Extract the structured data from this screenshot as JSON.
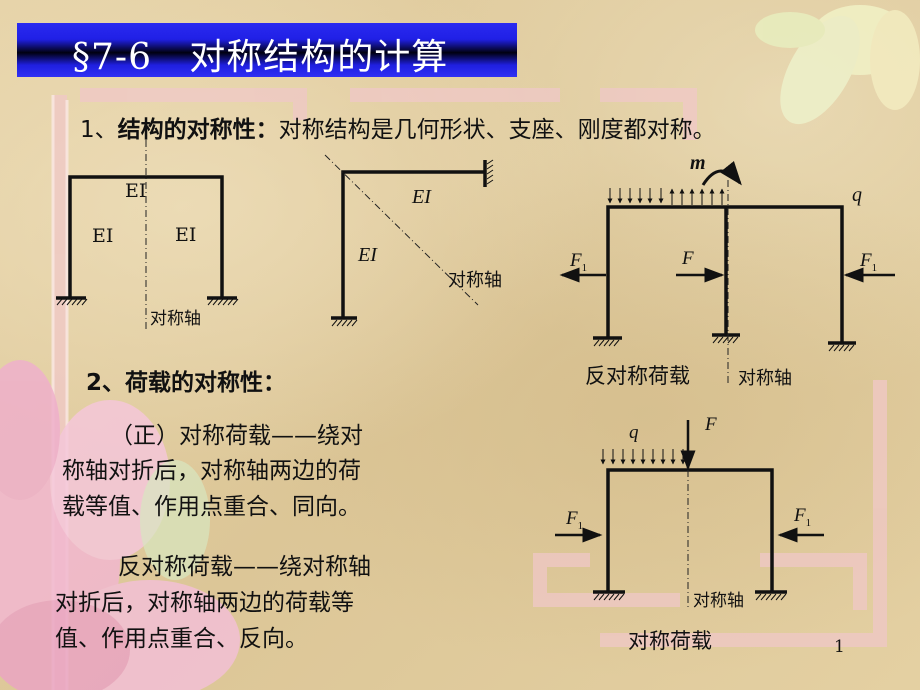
{
  "slide": {
    "title": "§7-6   对称结构的计算",
    "page_number": "1",
    "colors": {
      "title_bar": "#2424e8",
      "title_text": "#ffffff",
      "background": "#e2cfa4",
      "ink": "#111111"
    }
  },
  "section1": {
    "heading_number": "1、",
    "heading_bold": "结构的对称性：",
    "heading_text": "对称结构是几何形状、支座、刚度都对称。"
  },
  "figure1": {
    "labels": {
      "beam_ei": "EI",
      "left_ei": "EI",
      "right_ei": "EI",
      "axis": "对称轴"
    }
  },
  "figure2": {
    "labels": {
      "top_ei": "EI",
      "left_ei": "EI",
      "axis": "对称轴"
    }
  },
  "figure3": {
    "labels": {
      "moment": "m",
      "q": "q",
      "f1_left": "F",
      "f1_left_sub": "1",
      "f_mid": "F",
      "f1_right": "F",
      "f1_right_sub": "1",
      "caption": "反对称荷载",
      "axis": "对称轴"
    }
  },
  "section2": {
    "heading": "2、荷载的对称性：",
    "symmetric_lines": [
      "（正）对称荷载——绕对",
      "称轴对折后，对称轴两边的荷",
      "载等值、作用点重合、同向。"
    ],
    "antisymmetric_lines": [
      "反对称荷载——绕对称轴",
      "对折后，对称轴两边的荷载等",
      "值、作用点重合、反向。"
    ]
  },
  "figure4": {
    "labels": {
      "q": "q",
      "f": "F",
      "f1_left": "F",
      "f1_left_sub": "1",
      "f1_right": "F",
      "f1_right_sub": "1",
      "axis": "对称轴",
      "caption": "对称荷载"
    }
  }
}
